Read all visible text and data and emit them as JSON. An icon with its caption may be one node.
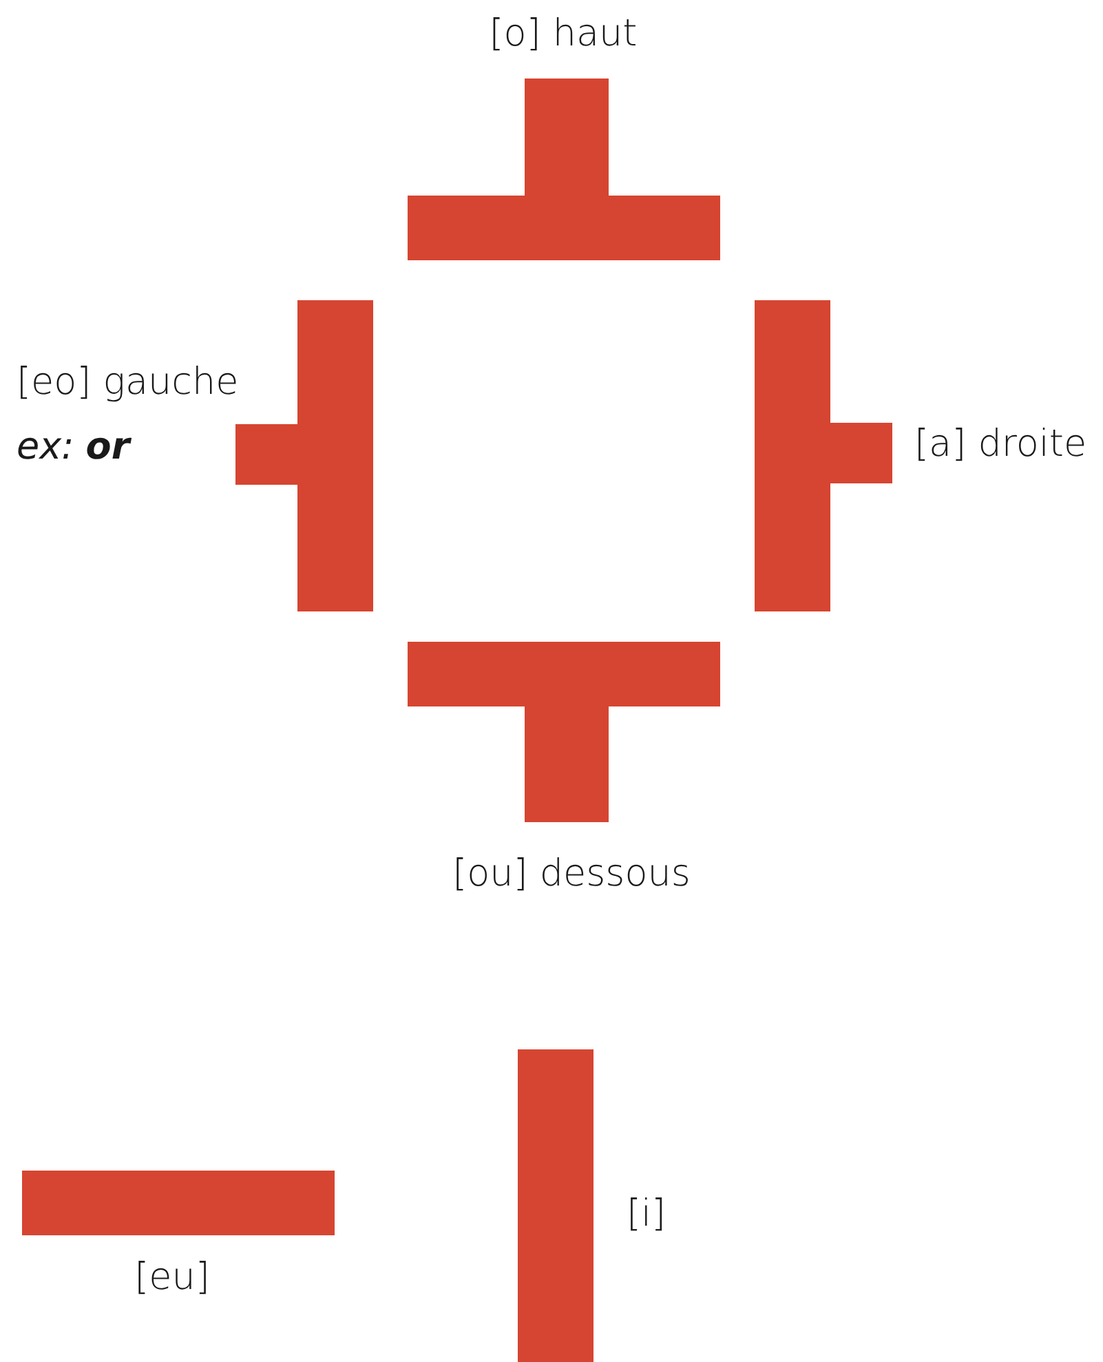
{
  "diagram": {
    "nodes": [
      {
        "text": [],
        "shape": "bar",
        "beside": [
          "[o] haut"
        ]
      },
      {
        "text": [],
        "shape": "bar",
        "beside": [
          "[eo] gauche",
          "ex: **or**"
        ]
      },
      {
        "text": [],
        "shape": "bar",
        "beside": [
          "[a] droite"
        ]
      },
      {
        "text": [],
        "shape": "bar",
        "beside": [
          "[ou] dessous"
        ]
      },
      {
        "text": [],
        "shape": "bar",
        "beside": [
          "[eu]"
        ]
      },
      {
        "text": [],
        "shape": "bar",
        "beside": [
          "[i]"
        ]
      }
    ]
  }
}
